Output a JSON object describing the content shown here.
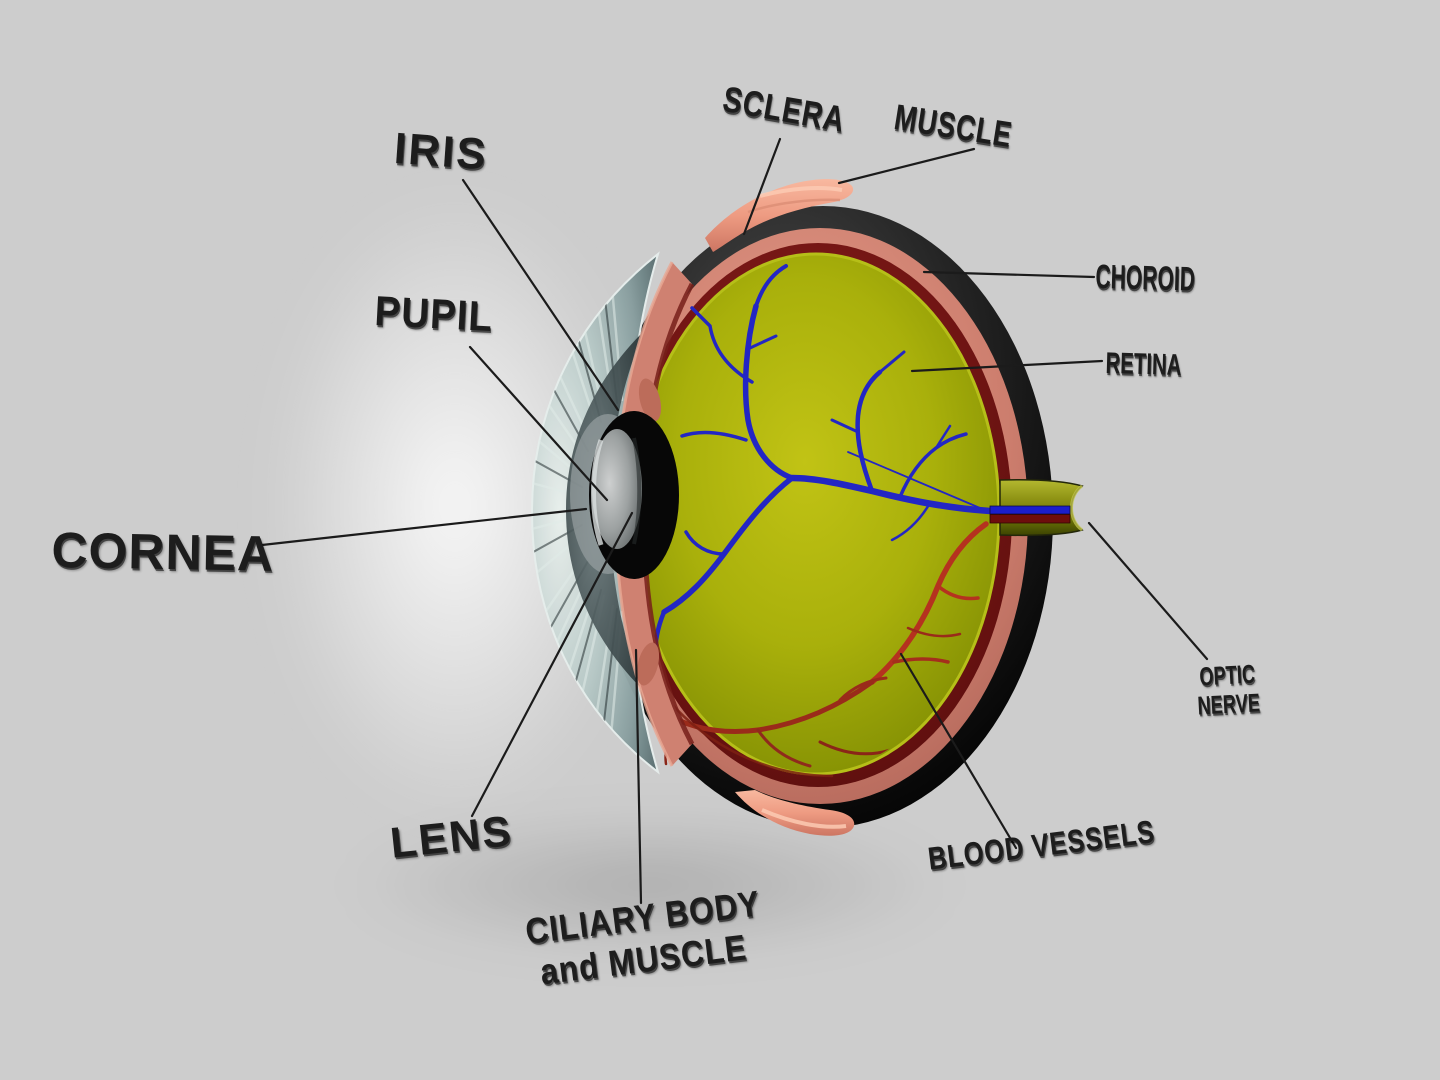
{
  "diagram": {
    "subject": "Human eye cross-section"
  },
  "labels": {
    "iris": "IRIS",
    "pupil": "PUPIL",
    "cornea": "CORNEA",
    "lens": "LENS",
    "ciliary_line1": "CILIARY BODY",
    "ciliary_line2": "and MUSCLE",
    "sclera": "SCLERA",
    "muscle": "MUSCLE",
    "choroid": "CHOROID",
    "retina": "RETINA",
    "optic_line1": "OPTIC",
    "optic_line2": "NERVE",
    "blood_vessels": "BLOOD VESSELS"
  },
  "colors": {
    "background": "#cdcdcd",
    "label_text": "#1d1d1d",
    "leader_line": "#1b1b1b",
    "sclera_shell": "#0a0a0a",
    "choroid_salmon": "#cf8173",
    "inner_layer_dark_red": "#6a1210",
    "retina_line": "#b6bf18",
    "vitreous_olive": "#a4ab0a",
    "vessel_blue": "#2326c4",
    "vessel_red_bright": "#b5321f",
    "vessel_red_dark": "#8f2a1c",
    "muscle_salmon": "#ee9d85",
    "optic_nerve_olive": "#8e9314",
    "cornea_blue_gray": "#b9c9c7",
    "pupil_black": "#070707"
  }
}
